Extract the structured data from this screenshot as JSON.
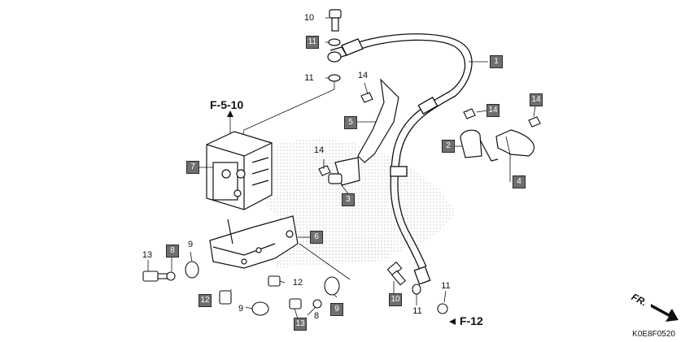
{
  "diagram": {
    "code": "K0E8F0520",
    "direction_label": "FR.",
    "references": {
      "top": "F-5-10",
      "bottom": "F-12"
    },
    "callouts": {
      "c1": "1",
      "c2": "2",
      "c3": "3",
      "c4": "4",
      "c5": "5",
      "c6": "6",
      "c7": "7",
      "c8a": "8",
      "c8b": "8",
      "c9a": "9",
      "c9b": "9",
      "c9c": "9",
      "c9d": "9",
      "c10a": "10",
      "c10b": "10",
      "c11a": "11",
      "c11b": "11",
      "c11c": "11",
      "c11d": "11",
      "c12a": "12",
      "c12b": "12",
      "c13a": "13",
      "c13b": "13",
      "c14a": "14",
      "c14b": "14",
      "c14c": "14",
      "c14d": "14"
    }
  },
  "colors": {
    "callout_fill": "#6f6f6f",
    "line": "#111111",
    "watermark": "#c8c8c8"
  }
}
